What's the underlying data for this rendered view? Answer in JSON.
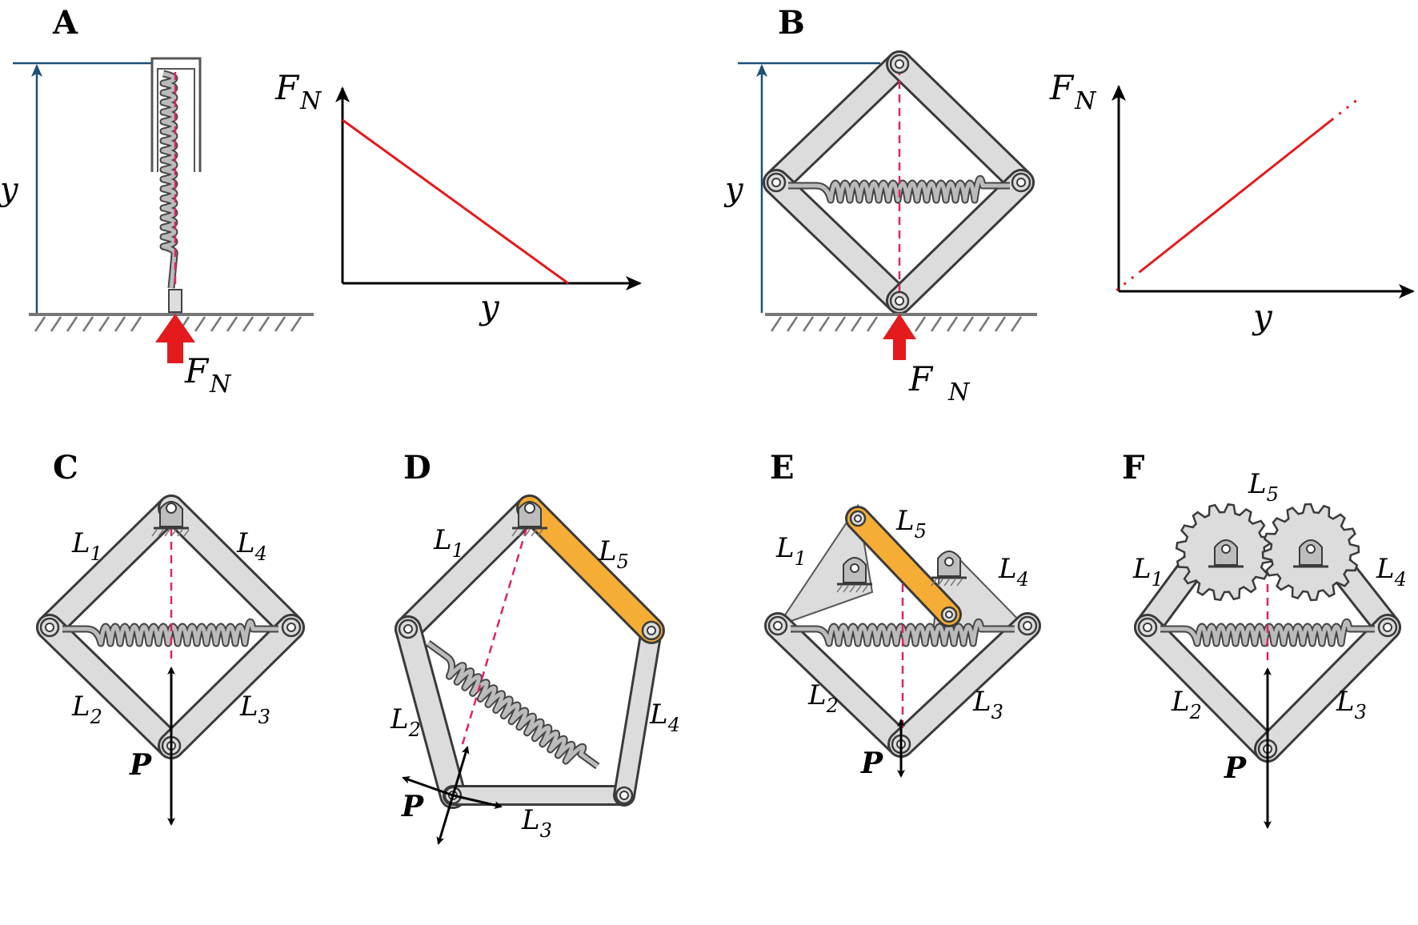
{
  "panels": {
    "A": {
      "letter": "A",
      "y_label": "y",
      "force_label": "F",
      "force_sub": "N"
    },
    "A_graph": {
      "ylabel": "F",
      "ylabel_sub": "N",
      "xlabel": "y"
    },
    "B": {
      "letter": "B",
      "y_label": "y",
      "force_label": "F",
      "force_sub": "N"
    },
    "B_graph": {
      "ylabel": "F",
      "ylabel_sub": "N",
      "xlabel": "y"
    },
    "C": {
      "letter": "C",
      "p": "P",
      "l1": "L",
      "l1s": "1",
      "l2": "L",
      "l2s": "2",
      "l3": "L",
      "l3s": "3",
      "l4": "L",
      "l4s": "4"
    },
    "D": {
      "letter": "D",
      "p": "P",
      "l1": "L",
      "l1s": "1",
      "l2": "L",
      "l2s": "2",
      "l3": "L",
      "l3s": "3",
      "l4": "L",
      "l4s": "4",
      "l5": "L",
      "l5s": "5"
    },
    "E": {
      "letter": "E",
      "p": "P",
      "l1": "L",
      "l1s": "1",
      "l2": "L",
      "l2s": "2",
      "l3": "L",
      "l3s": "3",
      "l4": "L",
      "l4s": "4",
      "l5": "L",
      "l5s": "5"
    },
    "F": {
      "letter": "F",
      "p": "P",
      "l1": "L",
      "l1s": "1",
      "l2": "L",
      "l2s": "2",
      "l3": "L",
      "l3s": "3",
      "l4": "L",
      "l4s": "4",
      "l5": "L",
      "l5s": "5"
    }
  },
  "chart_data": [
    {
      "type": "line",
      "panel": "A",
      "xlabel": "y",
      "ylabel": "F_N",
      "trend": "decreasing",
      "x": [
        0,
        1
      ],
      "y": [
        1,
        0
      ]
    },
    {
      "type": "line",
      "panel": "B",
      "xlabel": "y",
      "ylabel": "F_N",
      "trend": "increasing",
      "x": [
        0,
        1
      ],
      "y": [
        0,
        1
      ]
    }
  ],
  "colors": {
    "link_fill": "#dcdcdc",
    "highlight_link": "#f5ad35",
    "force_arrow": "#e41a1c",
    "dashed_axis": "#e0216b",
    "dimension_line": "#1d4f7a"
  }
}
